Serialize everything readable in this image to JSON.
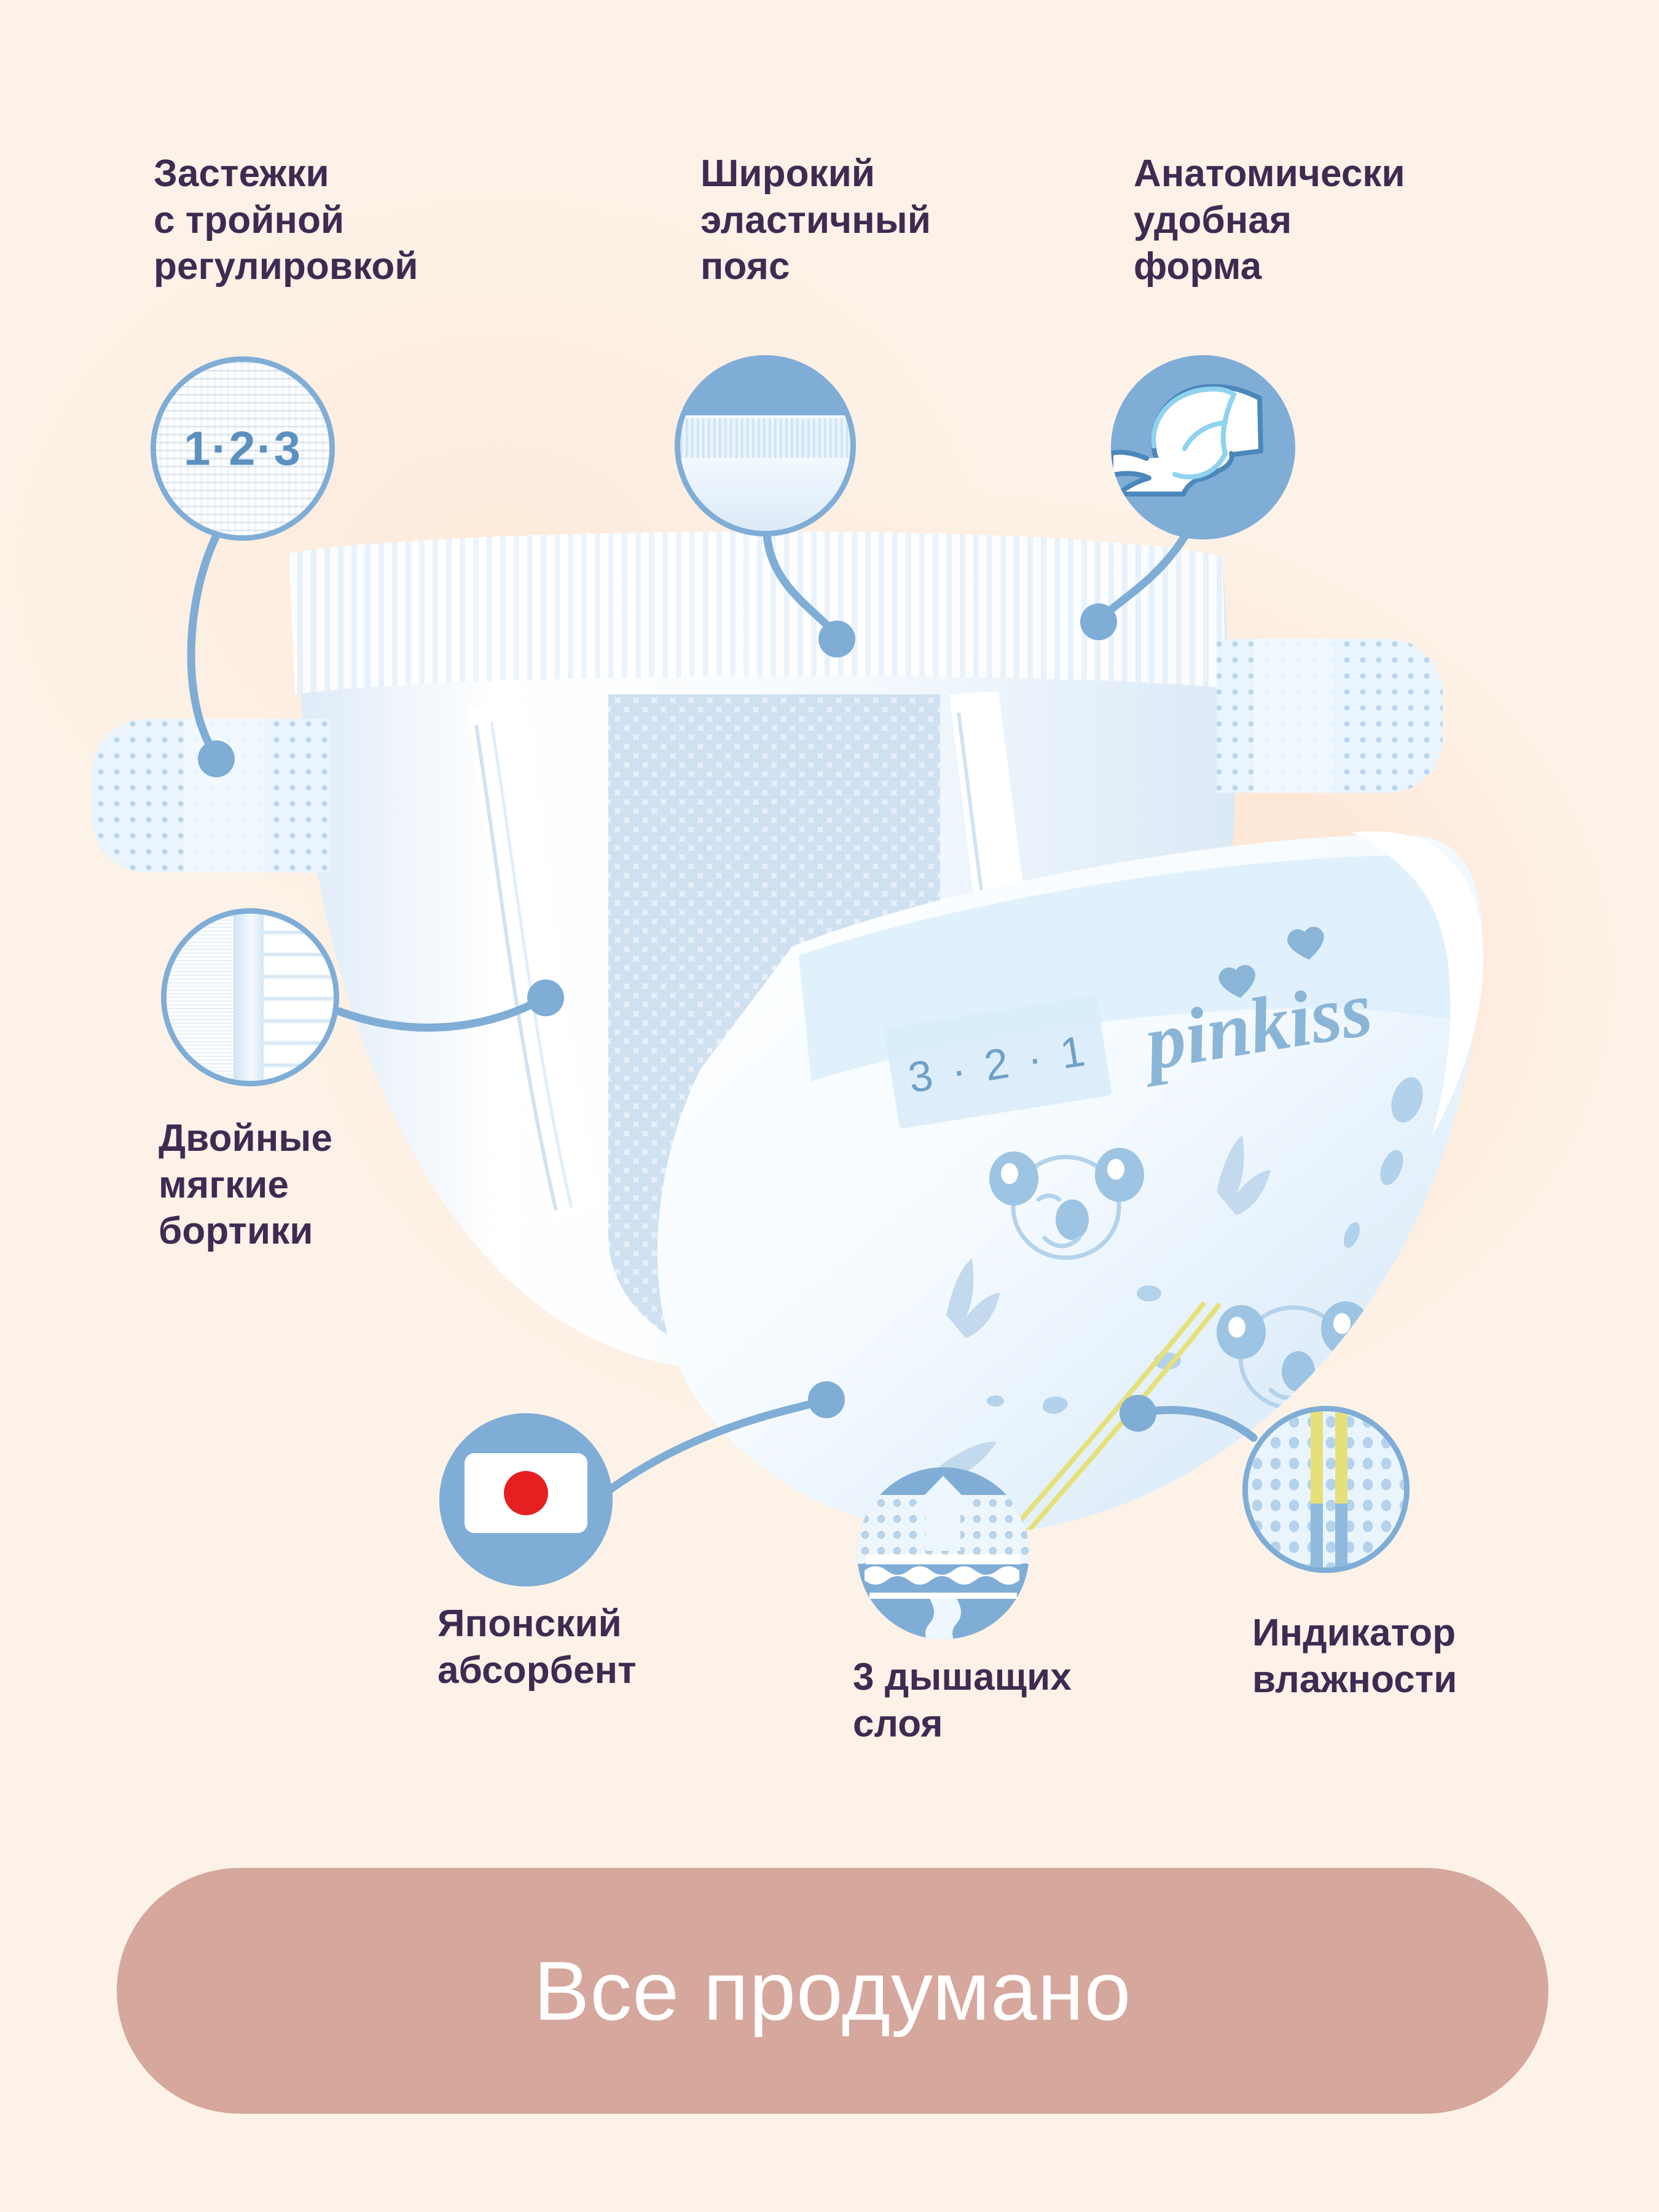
{
  "page": {
    "background_color": "#fdf2e7",
    "text_color": "#3f2a52",
    "accent_blue": "#7fadd6",
    "banner_color": "#d5a79d"
  },
  "features": [
    {
      "id": "triple-fasteners",
      "label": "Застежки\nс тройной\nрегулировкой",
      "badge_text": "1·2·3",
      "icon": "fastener-tape-icon"
    },
    {
      "id": "wide-elastic-waistband",
      "label": "Широкий\nэластичный\nпояс",
      "icon": "elastic-waistband-icon"
    },
    {
      "id": "anatomical-shape",
      "label": "Анатомически\nудобная\nформа",
      "icon": "baby-in-diaper-icon"
    },
    {
      "id": "double-soft-cuffs",
      "label": "Двойные\nмягкие\nбортики",
      "icon": "double-cuff-icon"
    },
    {
      "id": "japanese-absorbent",
      "label": "Японский\nабсорбент",
      "icon": "japan-flag-icon"
    },
    {
      "id": "three-breathable-layers",
      "label": "3 дышащих\nслоя",
      "icon": "breathable-layers-icon"
    },
    {
      "id": "wetness-indicator",
      "label": "Индикатор\nвлажности",
      "icon": "wetness-indicator-icon"
    }
  ],
  "product": {
    "brand": "pinkiss",
    "fastening_strip_text": "3 · 2 · 1"
  },
  "banner": {
    "text": "Все продумано"
  }
}
